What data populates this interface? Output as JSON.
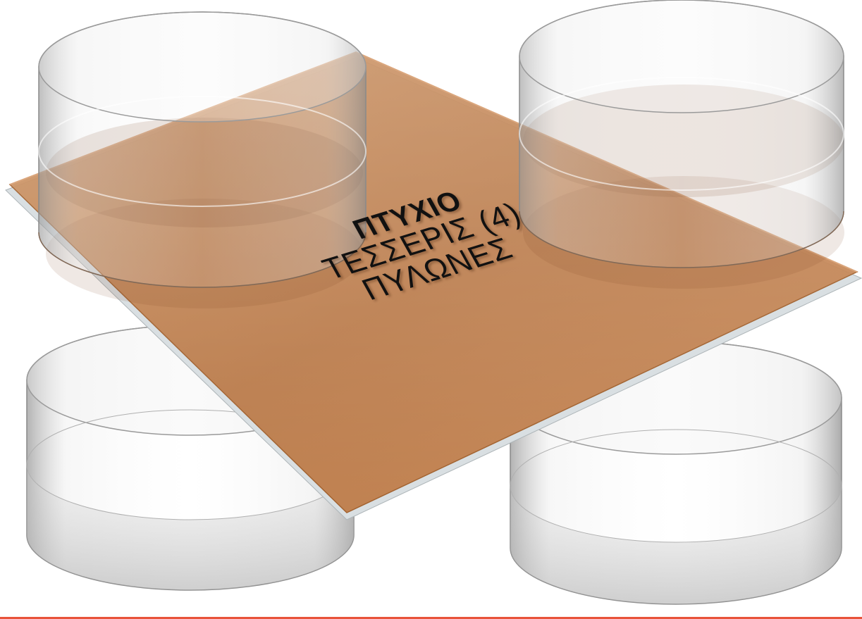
{
  "colors": {
    "plate": "#c07a45",
    "plate_edge": "#d6dde0",
    "cylinder": "#cfcfcf",
    "accent_rule": "#e8533a",
    "text": "#111111"
  },
  "caption": {
    "line1": "ΠΤΥΧΙΟ",
    "line2": "ΤΕΣΣΕΡΙΣ (4)",
    "line3": "ΠΥΛΩΝΕΣ"
  },
  "pillars": [
    {
      "name": "pillar-top-left"
    },
    {
      "name": "pillar-top-right"
    },
    {
      "name": "pillar-bottom-left"
    },
    {
      "name": "pillar-bottom-right"
    }
  ]
}
